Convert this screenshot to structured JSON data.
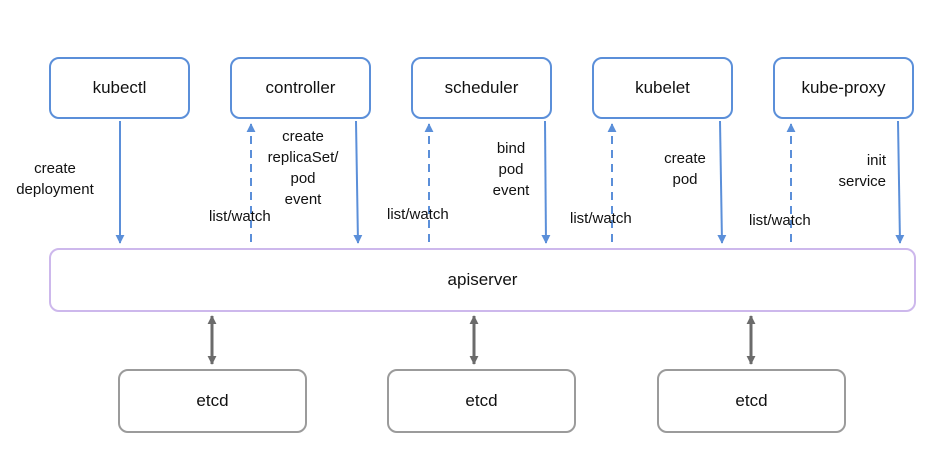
{
  "components": [
    {
      "id": "kubectl",
      "label": "kubectl"
    },
    {
      "id": "controller",
      "label": "controller"
    },
    {
      "id": "scheduler",
      "label": "scheduler"
    },
    {
      "id": "kubelet",
      "label": "kubelet"
    },
    {
      "id": "kube-proxy",
      "label": "kube-proxy"
    }
  ],
  "apiserver": {
    "label": "apiserver"
  },
  "etcd": [
    {
      "label": "etcd"
    },
    {
      "label": "etcd"
    },
    {
      "label": "etcd"
    }
  ],
  "edges": {
    "kubectl_action": {
      "lines": [
        "create",
        "deployment"
      ]
    },
    "controller_watch": {
      "label": "list/watch"
    },
    "controller_action": {
      "lines": [
        "create",
        "replicaSet/",
        "pod",
        "event"
      ]
    },
    "scheduler_watch": {
      "label": "list/watch"
    },
    "scheduler_action": {
      "lines": [
        "bind",
        "pod",
        "event"
      ]
    },
    "kubelet_watch": {
      "label": "list/watch"
    },
    "kubelet_action": {
      "lines": [
        "create",
        "pod"
      ]
    },
    "proxy_watch": {
      "label": "list/watch"
    },
    "proxy_action": {
      "lines": [
        "init",
        "service"
      ]
    }
  },
  "colors": {
    "component_border": "#5b8fd9",
    "apiserver_border": "#cdb8ec",
    "etcd_border": "#9b9b9b",
    "arrow_blue": "#5b8fd9",
    "arrow_gray": "#6b6b6b"
  }
}
